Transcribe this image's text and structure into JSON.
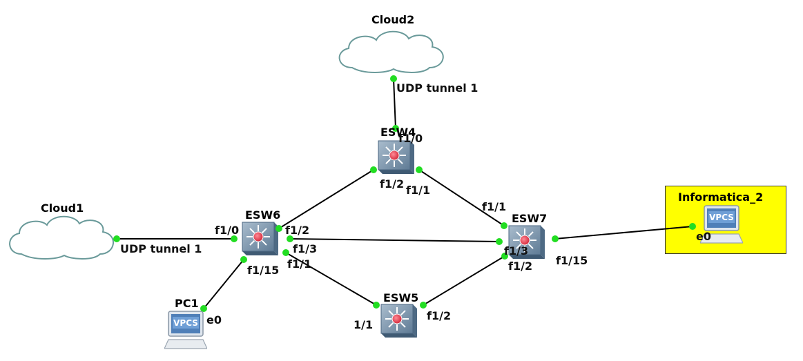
{
  "colors": {
    "link": "#000000",
    "port_dot": "#22dd22",
    "cloud_stroke": "#6a9a9a",
    "switch_face": "#7b96b0",
    "switch_center": "#e04050",
    "note_bg": "#ffff00"
  },
  "note": {
    "color": "yellow"
  },
  "nodes": {
    "cloud2": {
      "label": "Cloud2",
      "icon": "cloud-icon"
    },
    "cloud1": {
      "label": "Cloud1",
      "icon": "cloud-icon"
    },
    "esw4": {
      "label": "ESW4",
      "icon": "switch-icon"
    },
    "esw6": {
      "label": "ESW6",
      "icon": "switch-icon"
    },
    "esw7": {
      "label": "ESW7",
      "icon": "switch-icon"
    },
    "esw5": {
      "label": "ESW5",
      "icon": "switch-icon"
    },
    "pc1": {
      "label": "PC1",
      "icon": "vpcs-icon",
      "screen_text": "VPCS"
    },
    "informatica2": {
      "label": "Informatica_2",
      "icon": "vpcs-icon",
      "screen_text": "VPCS"
    }
  },
  "links": [
    {
      "from": "Cloud2",
      "to": "ESW4",
      "a": "UDP tunnel 1",
      "b": "f1/0"
    },
    {
      "from": "Cloud1",
      "to": "ESW6",
      "a": "UDP tunnel 1",
      "b": "f1/0"
    },
    {
      "from": "ESW4",
      "to": "ESW6",
      "a": "f1/2",
      "b": "f1/2"
    },
    {
      "from": "ESW4",
      "to": "ESW7",
      "a": "f1/1",
      "b": "f1/1"
    },
    {
      "from": "ESW6",
      "to": "ESW7",
      "a": "f1/3",
      "b": "f1/3"
    },
    {
      "from": "ESW6",
      "to": "ESW5",
      "a": "f1/1",
      "b": "1/1"
    },
    {
      "from": "ESW7",
      "to": "ESW5",
      "a": "f1/2",
      "b": "f1/2"
    },
    {
      "from": "ESW6",
      "to": "PC1",
      "a": "f1/15",
      "b": "e0"
    },
    {
      "from": "ESW7",
      "to": "Informatica_2",
      "a": "f1/15",
      "b": "e0"
    }
  ]
}
